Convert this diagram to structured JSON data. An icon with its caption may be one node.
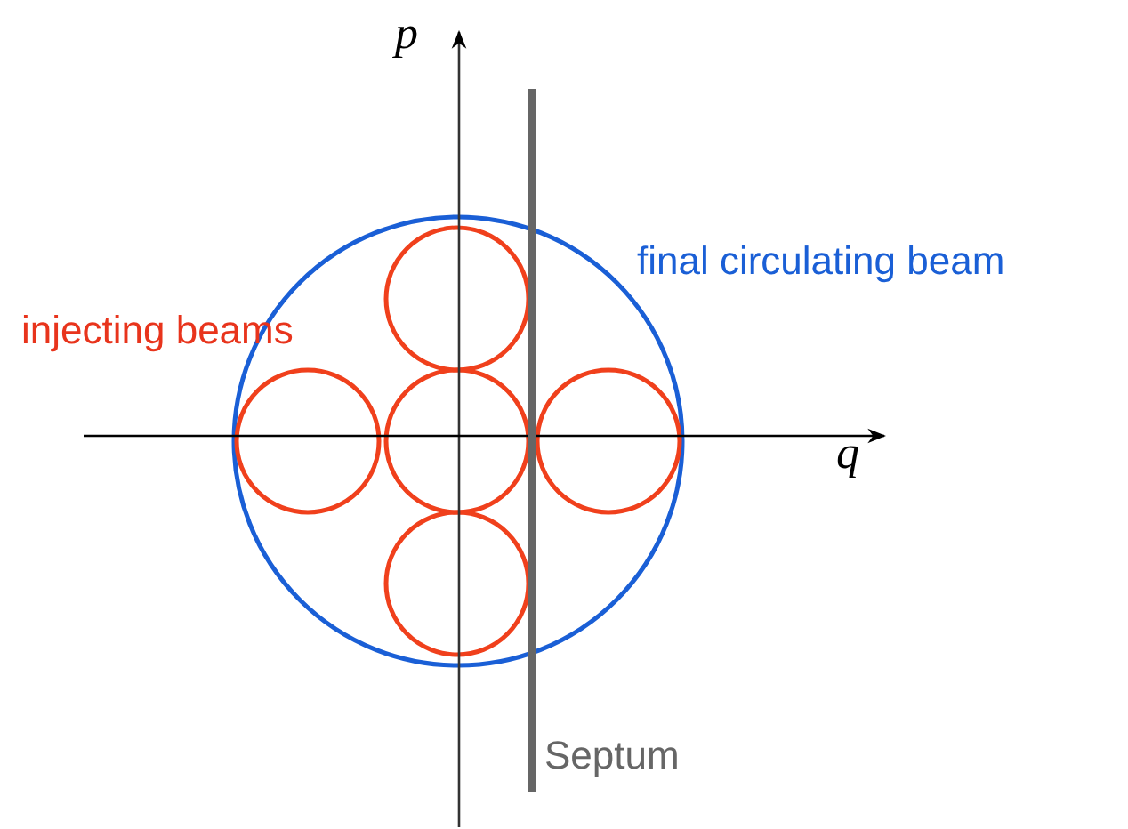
{
  "diagram": {
    "labels": [
      "p",
      "final circulating beam",
      "injecting beams",
      "q",
      "Septum"
    ]
  }
}
